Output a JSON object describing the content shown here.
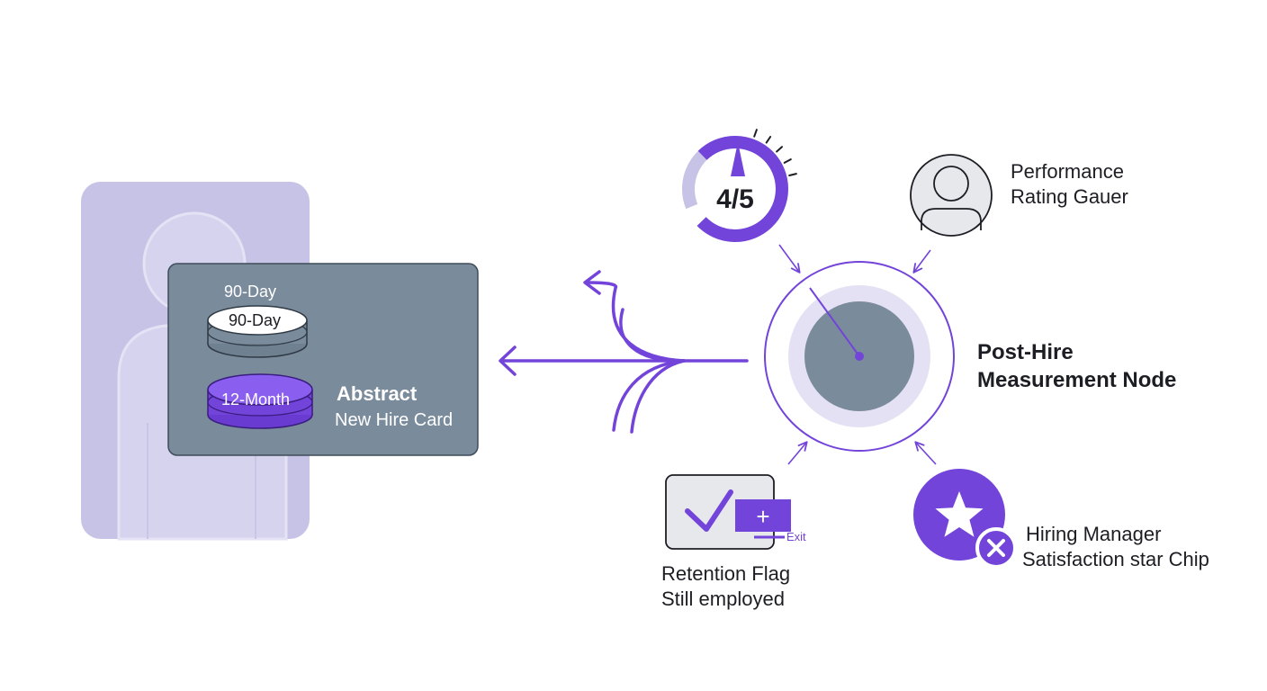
{
  "colors": {
    "accent": "#7344d9",
    "slate": "#7a8b9c",
    "lavender": "#c6c3e6",
    "lavender_light": "#e3e1f3",
    "ink": "#1d1d24"
  },
  "new_hire_card": {
    "title": "Abstract",
    "subtitle": "New Hire Card",
    "top_caption": "90-Day",
    "disc_90_label": "90-Day",
    "disc_12_label": "12-Month"
  },
  "gauge": {
    "label": "4/5",
    "value": 4,
    "max": 5,
    "icon": "gauge-icon"
  },
  "performance": {
    "line1": "Performance",
    "line2": "Rating Gauer",
    "icon": "user-avatar-icon"
  },
  "central_node": {
    "line1": "Post-Hire",
    "line2": "Measurement Node",
    "icon": "dial-node-icon"
  },
  "retention": {
    "line1": "Retention Flag",
    "line2": "Still employed",
    "exit_label": "Exit",
    "plus_symbol": "+",
    "icons": [
      "checkmark-icon",
      "plus-icon"
    ]
  },
  "satisfaction": {
    "line1": "Hiring Manager",
    "line2": "Satisfaction star Chip",
    "icons": [
      "star-icon",
      "close-icon"
    ]
  }
}
